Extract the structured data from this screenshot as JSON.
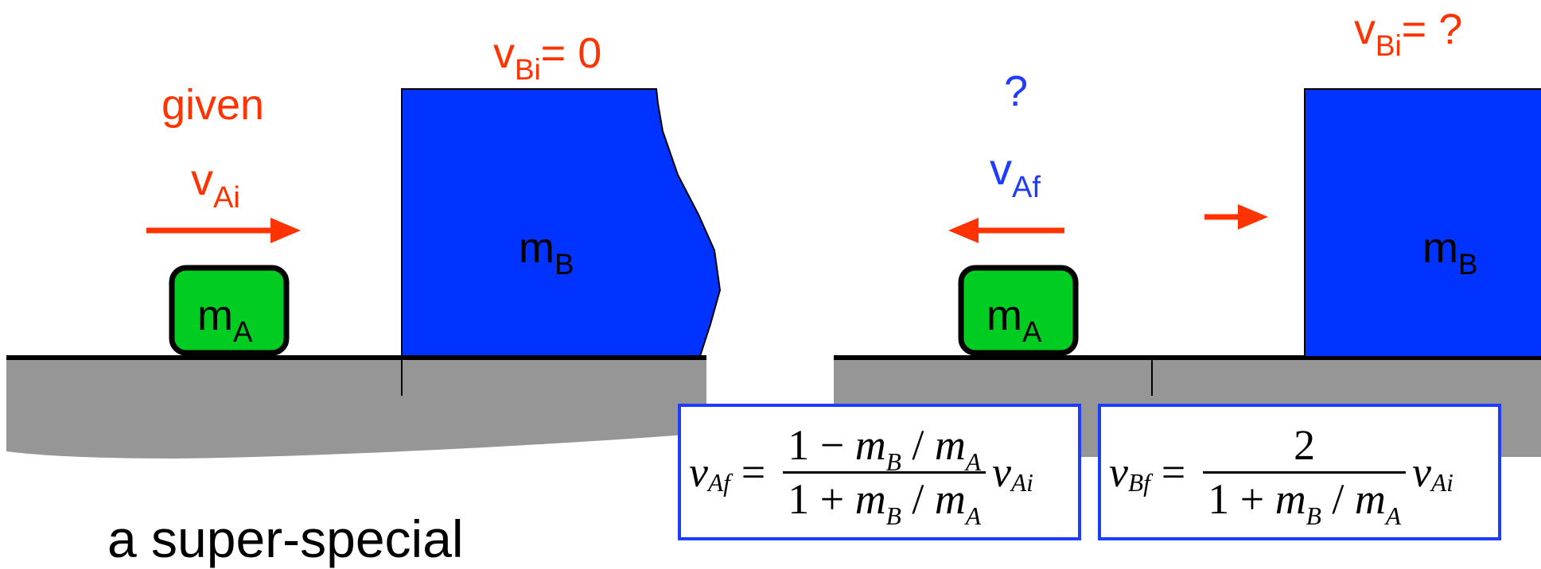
{
  "left_panel": {
    "label_given": "given",
    "v_ai": {
      "main": "v",
      "sub": "Ai"
    },
    "v_bi": {
      "main": "v",
      "sub": "Bi",
      "rest": "= 0"
    },
    "m_a": {
      "main": "m",
      "sub": "A"
    },
    "m_b": {
      "main": "m",
      "sub": "B"
    }
  },
  "right_panel": {
    "question_mark": "?",
    "v_af": {
      "main": "v",
      "sub": "Af"
    },
    "v_bi": {
      "main": "v",
      "sub": "Bi",
      "rest": "= ?"
    },
    "m_a": {
      "main": "m",
      "sub": "A"
    },
    "m_b": {
      "main": "m",
      "sub": "B"
    }
  },
  "equations": {
    "eq1": {
      "lhs_main": "v",
      "lhs_sub": "Af",
      "equals": "=",
      "num_text": "1 − ",
      "num_m": "m",
      "num_m_sub": "B",
      "num_tail": " / ",
      "num_m2": "m",
      "num_m2_sub": "A",
      "den_text": "1 + ",
      "den_m": "m",
      "den_m_sub": "B",
      "den_tail": " / ",
      "den_m2": "m",
      "den_m2_sub": "A",
      "rhs_main": "v",
      "rhs_sub": "Ai"
    },
    "eq2": {
      "lhs_main": "v",
      "lhs_sub": "Bf",
      "equals": "=",
      "num_text": "2",
      "den_text": "1 + ",
      "den_m": "m",
      "den_m_sub": "B",
      "den_tail": " / ",
      "den_m2": "m",
      "den_m2_sub": "A",
      "rhs_main": "v",
      "rhs_sub": "Ai"
    }
  },
  "caption": "a super-special",
  "colors": {
    "red_arrow": "#ff3300",
    "block_b": "#0033ff",
    "block_a": "#00cc22",
    "ground": "#969696",
    "equation_border": "#1e3cff"
  }
}
